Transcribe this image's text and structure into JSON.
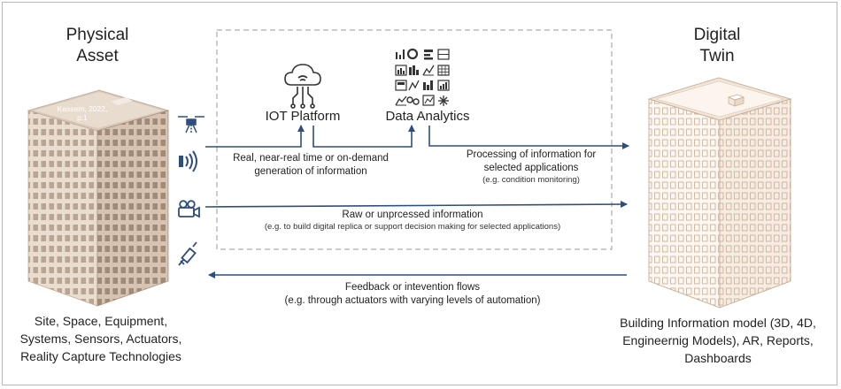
{
  "physical": {
    "title_line1": "Physical",
    "title_line2": "Asset",
    "watermark_line1": "Kassem, 2022,",
    "watermark_line2": "p.1",
    "caption_line1": "Site, Space, Equipment,",
    "caption_line2": "Systems, Sensors, Actuators,",
    "caption_line3": "Reality Capture Technologies"
  },
  "digital": {
    "title_line1": "Digital",
    "title_line2": "Twin",
    "caption_line1": "Building Information model (3D, 4D,",
    "caption_line2": "Engineernig Models), AR, Reports,",
    "caption_line3": "Dashboards"
  },
  "nodes": {
    "iot_label": "IOT Platform",
    "analytics_label": "Data Analytics"
  },
  "flows": {
    "realtime_line1": "Real, near-real time or on-demand",
    "realtime_line2": "generation of information",
    "processing_line1": "Processing of information for",
    "processing_line2": "selected applications",
    "processing_note": "(e.g. condition monitoring)",
    "raw_label": "Raw or unprcessed information",
    "raw_note": "(e.g. to build digital replica or support decision making for selected applications)",
    "feedback_label": "Feedback or intevention flows",
    "feedback_note": "(e.g. through actuators with varying levels of automation)"
  },
  "icons": [
    "drone-icon",
    "wifi-signal-icon",
    "video-camera-icon",
    "sensor-probe-icon",
    "cloud-network-icon",
    "analytics-grid-icon"
  ],
  "colors": {
    "arrow": "#2f4e7c",
    "icon": "#2f4e7c",
    "building_light": "#efe3d6",
    "building_dark": "#c9b6a4",
    "dashed": "#9a9a9a"
  }
}
